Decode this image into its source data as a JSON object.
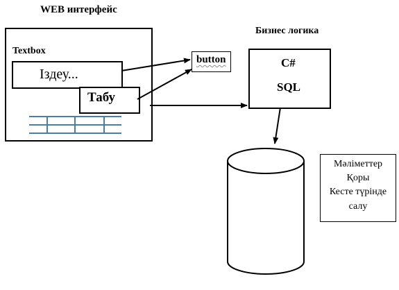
{
  "web": {
    "title": "WEB интерфейс",
    "textbox_label": "Textbox",
    "search_text": "Іздеу...",
    "find_label": "Табу"
  },
  "button_label": "button",
  "business": {
    "title": "Бизнес логика",
    "csharp": "C#",
    "sql": "SQL"
  },
  "note": {
    "line1": "Мәліметтер",
    "line2": "Қоры",
    "line3": "Кесте түрінде",
    "line4": "салу"
  },
  "colors": {
    "grid": "#4a7ea8",
    "line": "#000000"
  }
}
